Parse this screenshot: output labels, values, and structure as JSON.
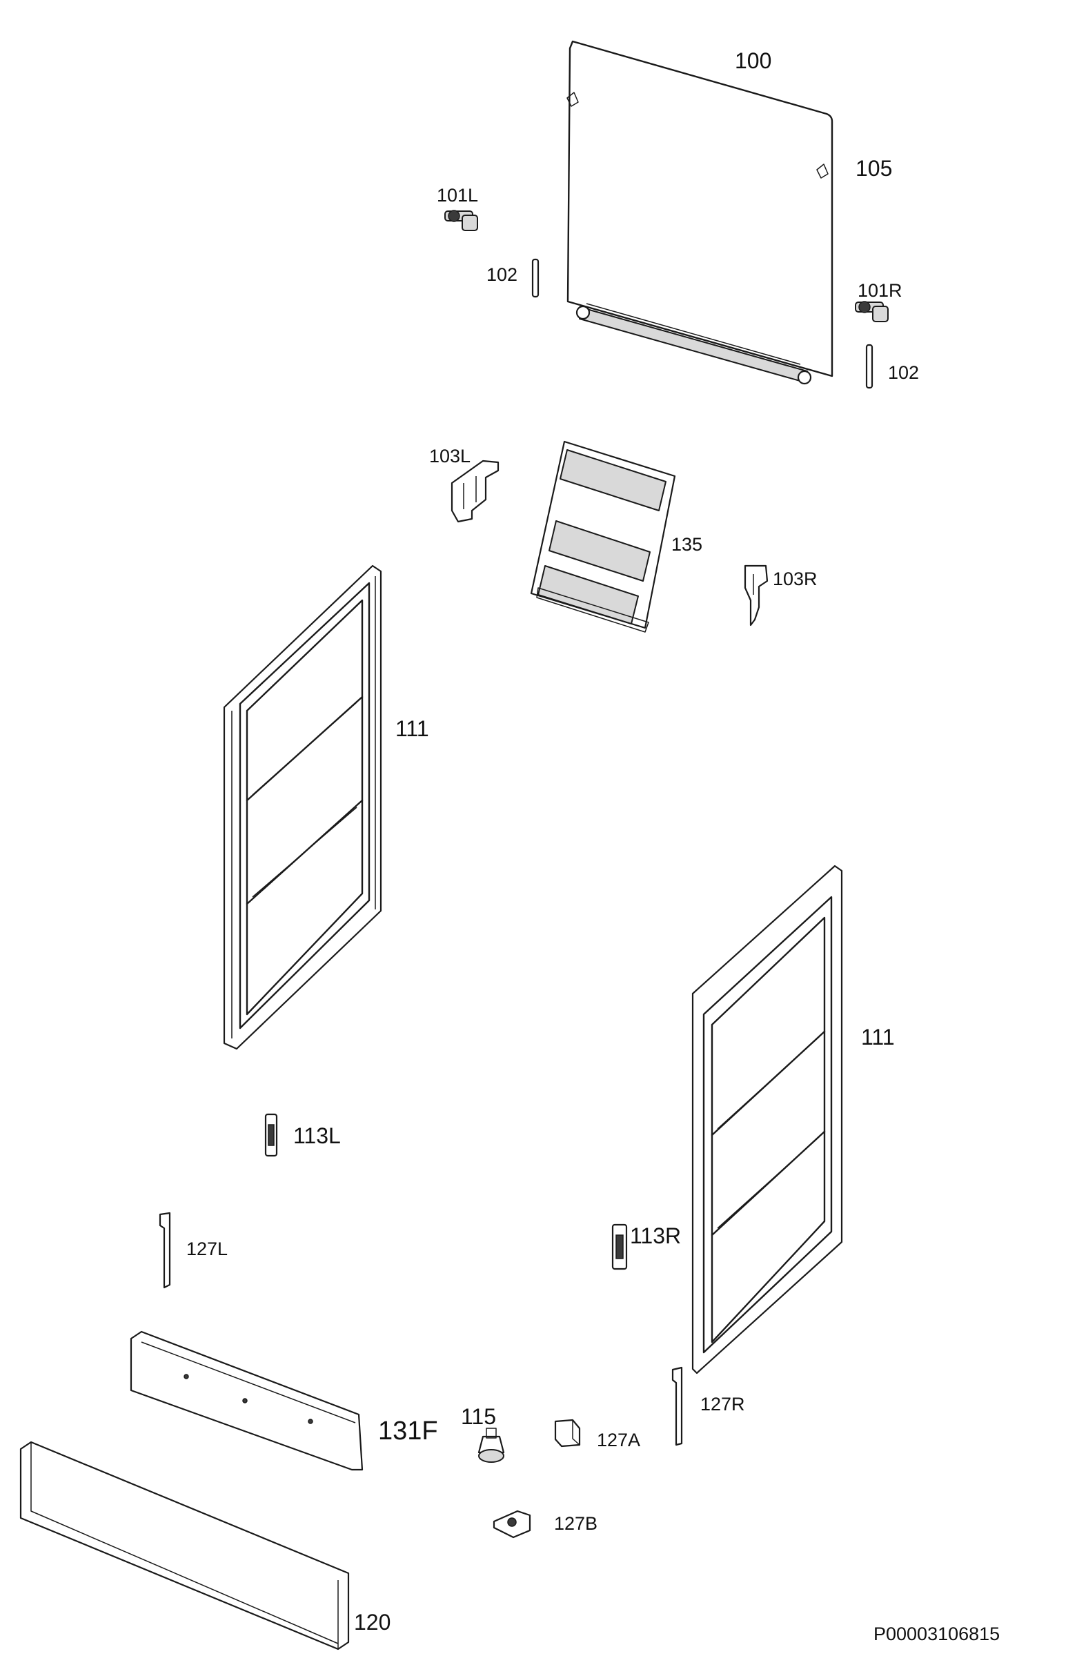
{
  "labels": {
    "p100": "100",
    "p105": "105",
    "p101L": "101L",
    "p102a": "102",
    "p101R": "101R",
    "p102b": "102",
    "p103L": "103L",
    "p135": "135",
    "p103R": "103R",
    "p111a": "111",
    "p111b": "111",
    "p113L": "113L",
    "p127L": "127L",
    "p113R": "113R",
    "p127R": "127R",
    "p131F": "131F",
    "p115": "115",
    "p127A": "127A",
    "p127B": "127B",
    "p120": "120",
    "drawing_id": "P00003106815"
  }
}
